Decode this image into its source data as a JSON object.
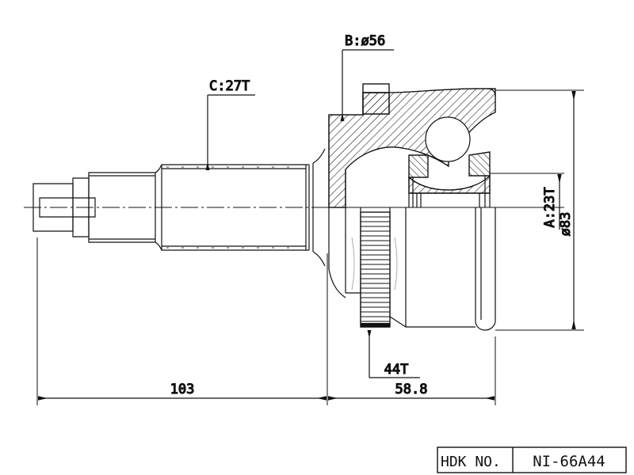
{
  "drawing": {
    "title_block": {
      "label": "HDK NO.",
      "part_number": "NI-66A44"
    },
    "annotations": {
      "spline_b": "B:ø56",
      "spline_c": "C:27T",
      "spline_a": "A:23T",
      "outer_diameter": "ø83",
      "abs_ring": "44T"
    },
    "dimensions": {
      "shaft_length": "103",
      "joint_length": "58.8"
    },
    "colors": {
      "line": "#111111",
      "background": "#ffffff",
      "hatch": "#111111"
    }
  }
}
